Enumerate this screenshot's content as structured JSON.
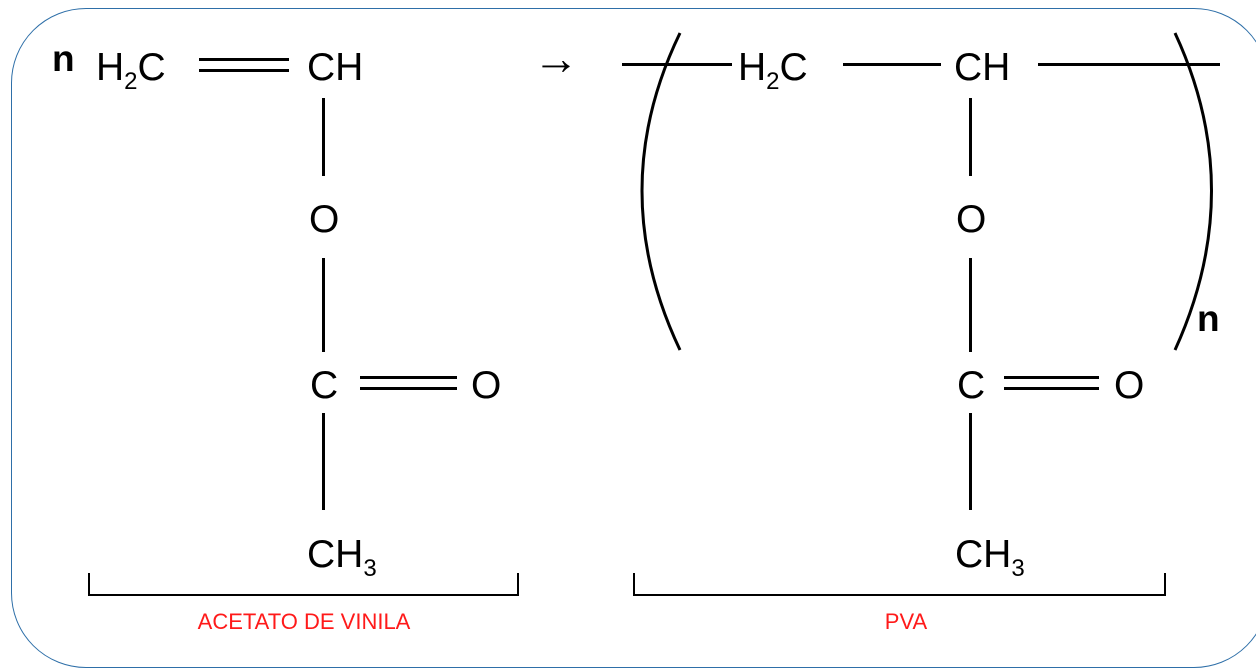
{
  "monomer": {
    "coefficient": "n",
    "h2c_main": "H",
    "h2c_sub": "2",
    "h2c_tail": "C",
    "ch": "CH",
    "o_ester": "O",
    "c_carbonyl": "C",
    "o_carbonyl": "O",
    "ch3_main": "CH",
    "ch3_sub": "3",
    "label": "ACETATO DE VINILA"
  },
  "arrow": "→",
  "polymer": {
    "h2c_main": "H",
    "h2c_sub": "2",
    "h2c_tail": "C",
    "ch": "CH",
    "o_ester": "O",
    "c_carbonyl": "C",
    "o_carbonyl": "O",
    "ch3_main": "CH",
    "ch3_sub": "3",
    "subscript_n": "n",
    "label": "PVA"
  },
  "colors": {
    "border": "#2e6fa8",
    "label": "#ff1a1a",
    "ink": "#000000"
  }
}
